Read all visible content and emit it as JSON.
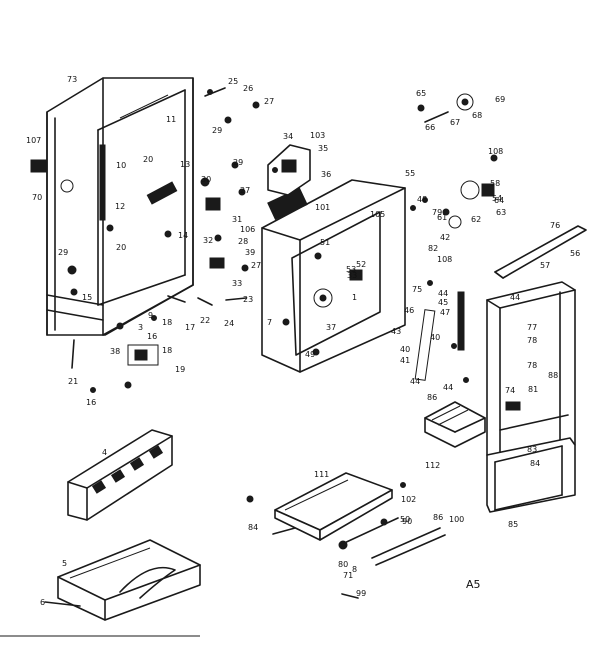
{
  "diagram_ref": "A5",
  "callouts": [
    "73",
    "107",
    "70",
    "10",
    "11",
    "12",
    "13",
    "20",
    "14",
    "29",
    "15",
    "9",
    "3",
    "16",
    "17",
    "18",
    "21",
    "19",
    "22",
    "23",
    "24",
    "25",
    "26",
    "27",
    "28",
    "30",
    "31",
    "32",
    "33",
    "34",
    "35",
    "36",
    "37",
    "38",
    "39",
    "40",
    "41",
    "42",
    "43",
    "44",
    "45",
    "46",
    "47",
    "48",
    "49",
    "50",
    "51",
    "52",
    "53",
    "54",
    "55",
    "56",
    "57",
    "58",
    "61",
    "62",
    "63",
    "64",
    "65",
    "66",
    "67",
    "68",
    "69",
    "71",
    "74",
    "75",
    "76",
    "77",
    "78",
    "79",
    "80",
    "81",
    "82",
    "83",
    "84",
    "85",
    "86",
    "88",
    "90",
    "99",
    "100",
    "101",
    "102",
    "103",
    "105",
    "106",
    "108",
    "111",
    "112",
    "1",
    "4",
    "5",
    "6",
    "7",
    "8"
  ]
}
